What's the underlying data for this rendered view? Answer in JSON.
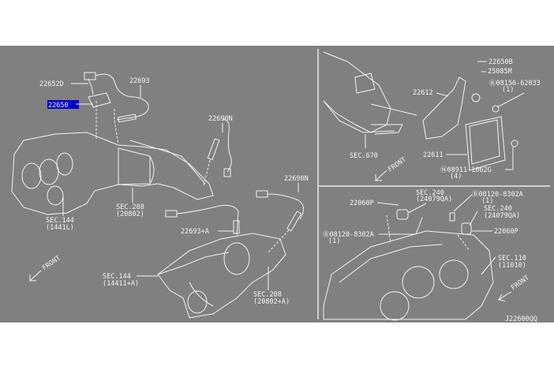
{
  "diagram_id": "J22600QQ",
  "colors": {
    "background": "#808080",
    "line": "#f2f2f2",
    "highlight": "#0000c8"
  },
  "left_panel": {
    "labels": {
      "p22652D": "22652D",
      "p22693": "22693",
      "p22650": "22650",
      "p22690N_a": "22690N",
      "p22690N_b": "22690N",
      "sec144_a": "SEC.144",
      "sec144_a_sub": "(1441L)",
      "sec208_a": "SEC.208",
      "sec208_a_sub": "(20802)",
      "p22693A": "22693+A",
      "sec144_b": "SEC.144",
      "sec144_b_sub": "(14411+A)",
      "sec208_b": "SEC.208",
      "sec208_b_sub": "(20802+A)",
      "front": "FRONT"
    },
    "highlighted_part": "22650"
  },
  "right_top_panel": {
    "labels": {
      "sec670": "SEC.670",
      "p22612": "22612",
      "p22650B": "22650B",
      "p25085M": "25085M",
      "bolt_k": "Ⓚ08156-62033",
      "bolt_k_qty": "(1)",
      "p22611": "22611",
      "nut_n": "Ⓝ08911-1062G",
      "nut_n_qty": "(4)",
      "front": "FRONT"
    }
  },
  "right_bottom_panel": {
    "labels": {
      "sec240_a": "SEC.240",
      "sec240_a_sub": "(24079QA)",
      "p22060P_a": "22060P",
      "bolt_b_a": "Ⓑ08120-8302A",
      "bolt_b_a_qty": "(1)",
      "bolt_b_b": "Ⓑ08120-8302A",
      "bolt_b_b_qty": "(1)",
      "sec240_b": "SEC.240",
      "sec240_b_sub": "(24079QA)",
      "p22060P_b": "22060P",
      "sec110": "SEC.110",
      "sec110_sub": "(11010)",
      "front": "FRONT"
    }
  }
}
